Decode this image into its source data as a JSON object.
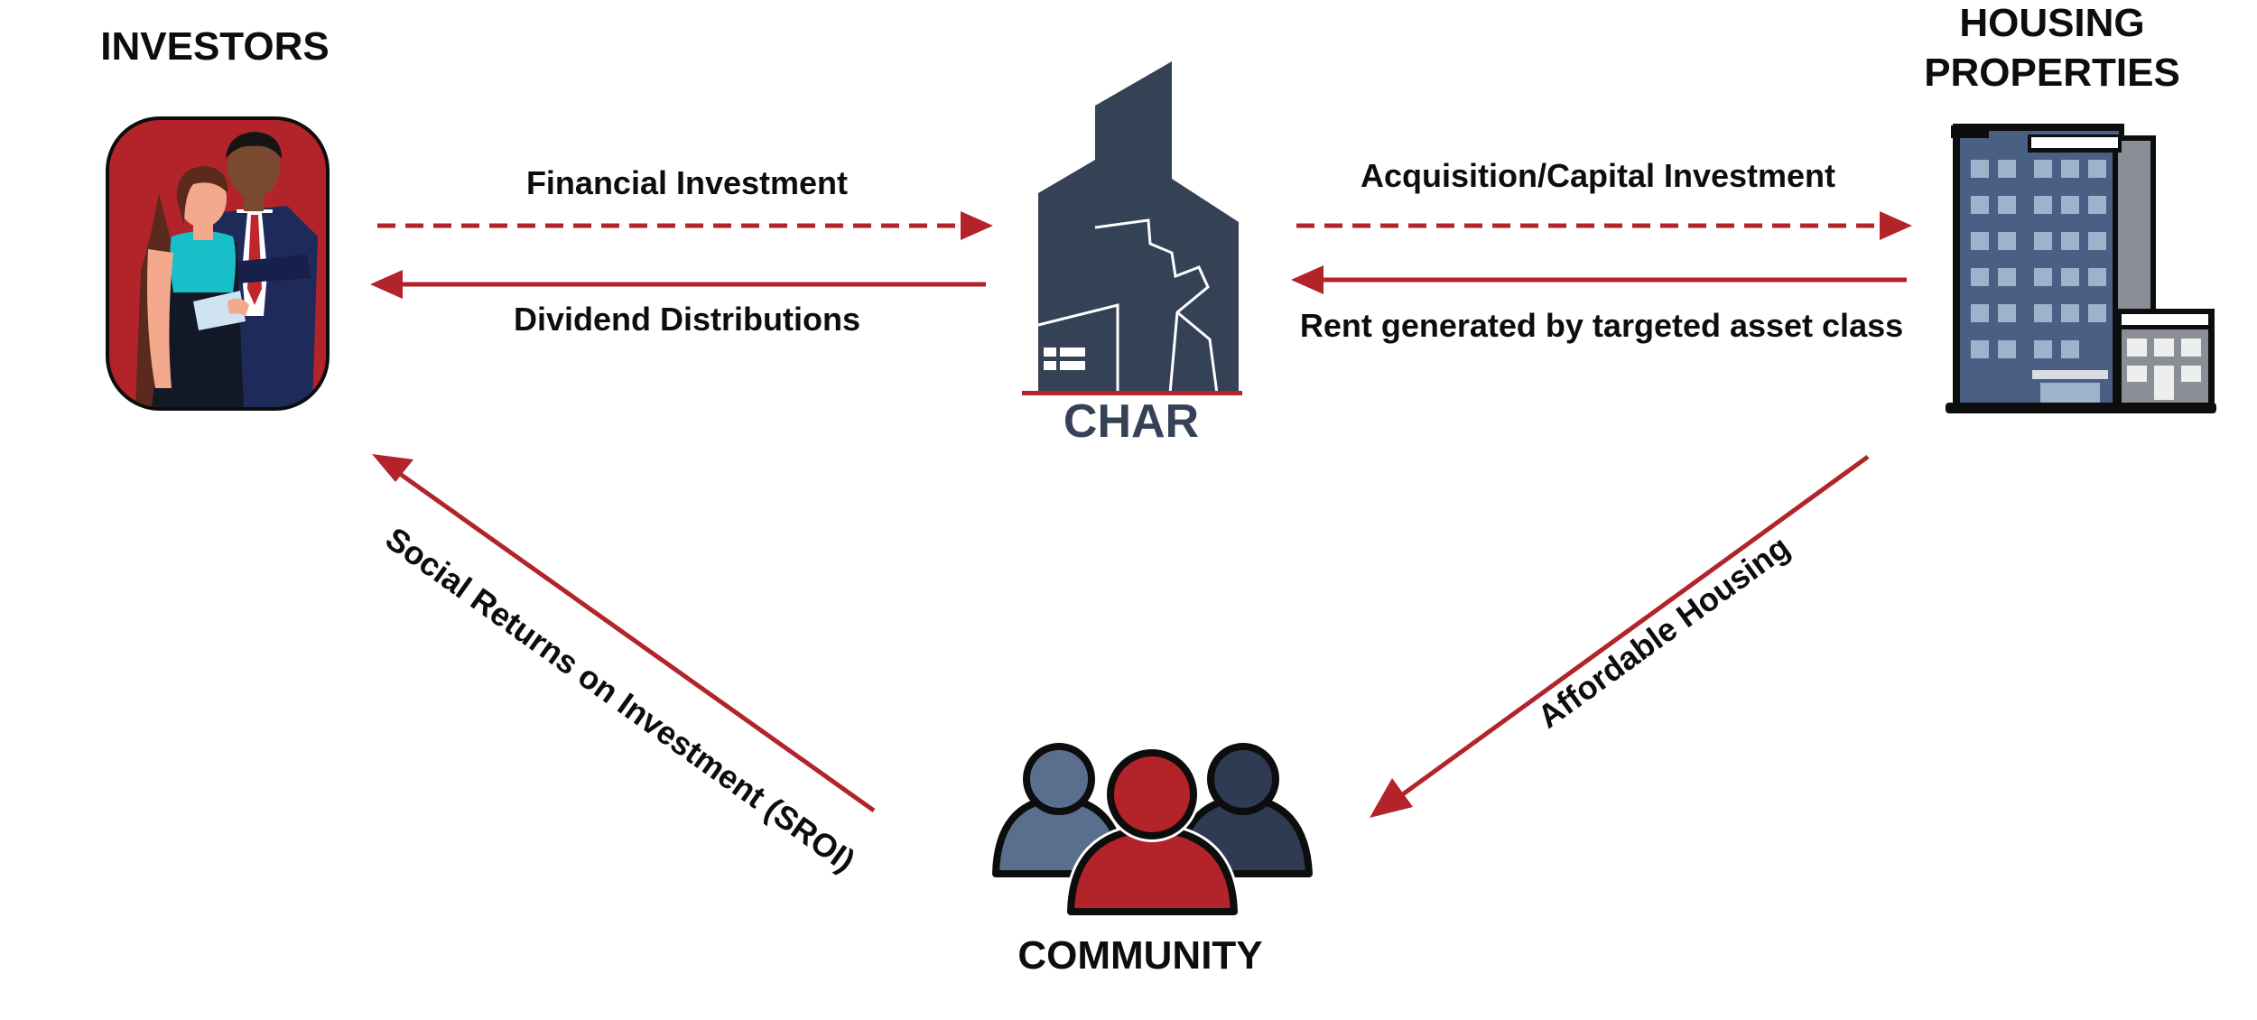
{
  "colors": {
    "accent_red": "#b3232a",
    "navy": "#354256",
    "navy_light": "#5a6e8e",
    "black": "#0d0d0d"
  },
  "nodes": {
    "investors": {
      "title": "INVESTORS",
      "icon": "investors-couple-icon"
    },
    "char": {
      "title": "CHAR",
      "icon": "char-buildings-logo-icon"
    },
    "housing": {
      "title_line1": "HOUSING",
      "title_line2": "PROPERTIES",
      "icon": "apartment-building-icon"
    },
    "community": {
      "title": "COMMUNITY",
      "icon": "community-people-icon"
    }
  },
  "flows": {
    "financial_investment": {
      "label": "Financial Investment",
      "style": "dashed"
    },
    "dividend_distributions": {
      "label": "Dividend Distributions",
      "style": "solid"
    },
    "acquisition": {
      "label": "Acquisition/Capital Investment",
      "style": "dashed"
    },
    "rent": {
      "label": "Rent generated by targeted asset class",
      "style": "solid"
    },
    "affordable_housing": {
      "label": "Affordable Housing",
      "style": "solid"
    },
    "sroi": {
      "label": "Social Returns on Investment (SROI)",
      "style": "solid"
    }
  }
}
